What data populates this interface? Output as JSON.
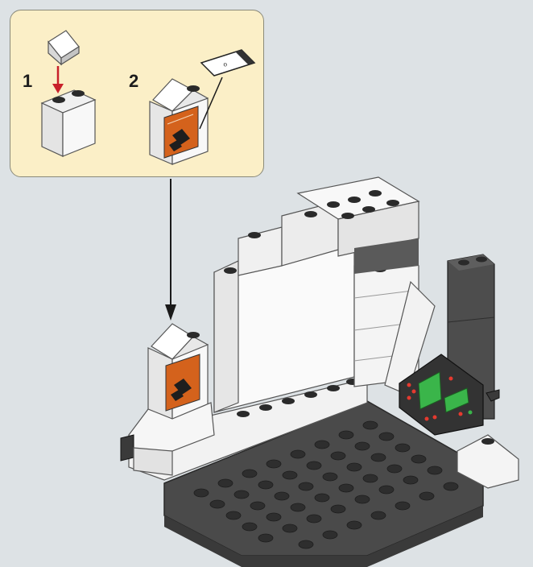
{
  "callout": {
    "steps": [
      {
        "number": "1"
      },
      {
        "number": "2"
      }
    ]
  },
  "colors": {
    "background": "#dde2e5",
    "callout_bg": "#fbefc7",
    "brick_white": "#f7f7f7",
    "baseplate_dark": "#4a4a4a",
    "panel_gray": "#3a3a3a",
    "tile_orange": "#d4621c",
    "arrow_red": "#c8202a",
    "screen_green": "#3ab54a"
  },
  "icons": [
    "slope-brick",
    "printed-tile",
    "sticker",
    "console-panel",
    "baseplate"
  ]
}
